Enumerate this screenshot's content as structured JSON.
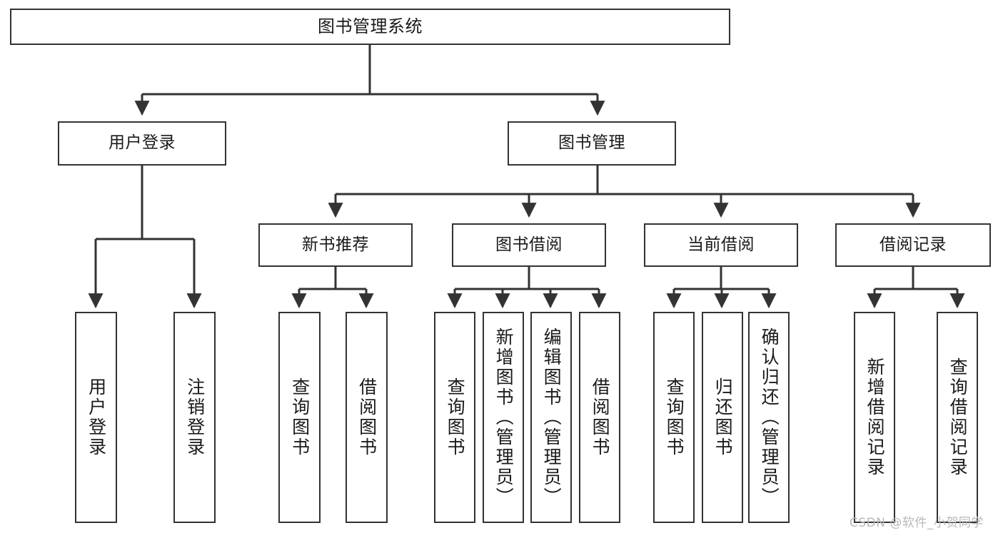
{
  "diagram": {
    "title": "图书管理系统",
    "type": "hierarchy-tree",
    "colors": {
      "box_border": "#333333",
      "box_fill": "#ffffff",
      "connector": "#333333",
      "text": "#1a1a1a",
      "watermark": "#b9b9b9",
      "background": "#ffffff"
    },
    "levels": {
      "root": "图书管理系统",
      "level2": [
        "用户登录",
        "图书管理"
      ],
      "level3": [
        "新书推荐",
        "图书借阅",
        "当前借阅",
        "借阅记录"
      ],
      "leaves": [
        "用户登录",
        "注销登录",
        "查询图书",
        "借阅图书",
        "查询图书",
        "新增图书（管理员）",
        "编辑图书（管理员）",
        "借阅图书",
        "查询图书",
        "归还图书",
        "确认归还（管理员）",
        "新增借阅记录",
        "查询借阅记录"
      ]
    },
    "nodes": {
      "root": {
        "label": "图书管理系统"
      },
      "user_login": {
        "label": "用户登录"
      },
      "book_manage": {
        "label": "图书管理"
      },
      "new_book_rec": {
        "label": "新书推荐"
      },
      "book_borrow": {
        "label": "图书借阅"
      },
      "current_borrow": {
        "label": "当前借阅"
      },
      "borrow_record": {
        "label": "借阅记录"
      },
      "leaf_user_login": {
        "label": "用户登录"
      },
      "leaf_logout": {
        "label": "注销登录"
      },
      "leaf_query_book_1": {
        "label": "查询图书"
      },
      "leaf_borrow_book_1": {
        "label": "借阅图书"
      },
      "leaf_query_book_2": {
        "label": "查询图书"
      },
      "leaf_add_book_admin": {
        "label": "新增图书（管理员）"
      },
      "leaf_edit_book_admin": {
        "label": "编辑图书（管理员）"
      },
      "leaf_borrow_book_2": {
        "label": "借阅图书"
      },
      "leaf_query_book_3": {
        "label": "查询图书"
      },
      "leaf_return_book": {
        "label": "归还图书"
      },
      "leaf_confirm_return_admin": {
        "label": "确认归还（管理员）"
      },
      "leaf_add_borrow_record": {
        "label": "新增借阅记录"
      },
      "leaf_query_borrow_record": {
        "label": "查询借阅记录"
      }
    },
    "watermark": "CSDN @软件_小贺同学"
  }
}
